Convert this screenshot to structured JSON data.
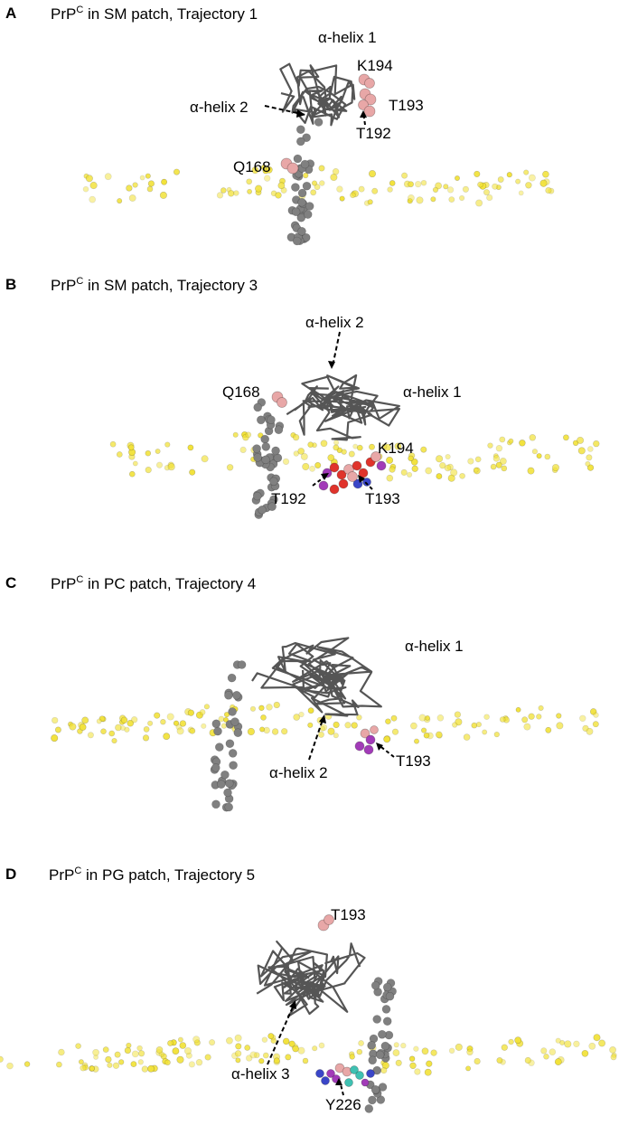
{
  "panels": [
    {
      "letter": "A",
      "title_prefix": "PrP",
      "title_sup": "C",
      "title_suffix": " in SM patch, Trajectory 1",
      "labels": {
        "helix_a": "α-helix 1",
        "helix_b": "α-helix 2",
        "k194": "K194",
        "t193": "T193",
        "t192": "T192",
        "q168": "Q168"
      }
    },
    {
      "letter": "B",
      "title_prefix": "PrP",
      "title_sup": "C",
      "title_suffix": " in SM patch, Trajectory 3",
      "labels": {
        "helix_b": "α-helix 2",
        "helix_a": "α-helix 1",
        "q168": "Q168",
        "k194": "K194",
        "t192": "T192",
        "t193": "T193"
      }
    },
    {
      "letter": "C",
      "title_prefix": "PrP",
      "title_sup": "C",
      "title_suffix": " in PC patch, Trajectory 4",
      "labels": {
        "helix_a": "α-helix 1",
        "helix_b": "α-helix 2",
        "t193": "T193"
      }
    },
    {
      "letter": "D",
      "title_prefix": "PrP",
      "title_sup": "C",
      "title_suffix": " in PG patch, Trajectory 5",
      "labels": {
        "t193": "T193",
        "helix_c": "α-helix 3",
        "y226": "Y226"
      }
    }
  ],
  "colors": {
    "backbone": "#555555",
    "backbone_dark": "#2f2f2f",
    "headgroup": "#f2e23a",
    "tail_atom": "#808080",
    "residue": "#e8a7a7",
    "oxygen": "#e0332b",
    "nitrogen": "#3a46c8",
    "phosphate": "#a23bb8",
    "carbon_cyan": "#3fc1b2"
  }
}
